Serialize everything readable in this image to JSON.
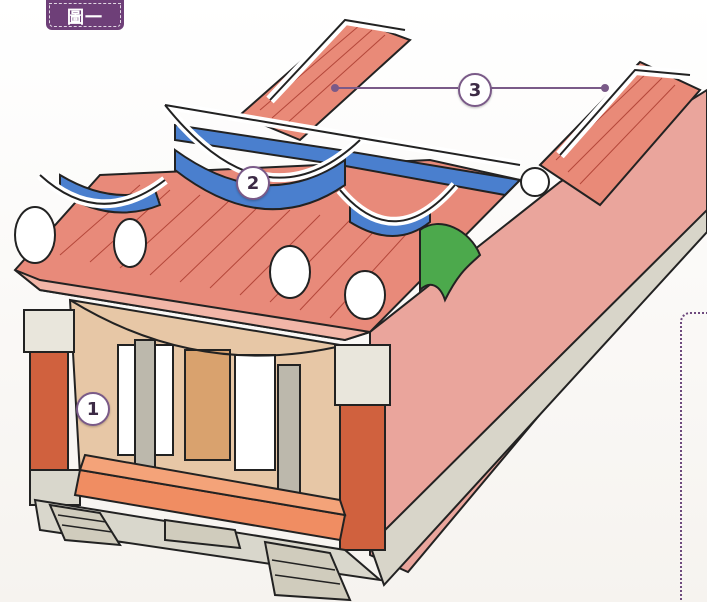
{
  "figure": {
    "label": "圖一"
  },
  "markers": [
    {
      "id": "1",
      "label": "1"
    },
    {
      "id": "2",
      "label": "2"
    },
    {
      "id": "3",
      "label": "3"
    }
  ],
  "colors": {
    "badge": "#6e3f78",
    "roof_tile": "#e78a79",
    "wall": "#e9a49b",
    "blue_band": "#4a7fce",
    "green_leaf": "#4ca94c",
    "floor": "#f08d62",
    "brick": "#d0613e",
    "stone": "#d9d7cc",
    "leader_line": "#7a5a88"
  }
}
